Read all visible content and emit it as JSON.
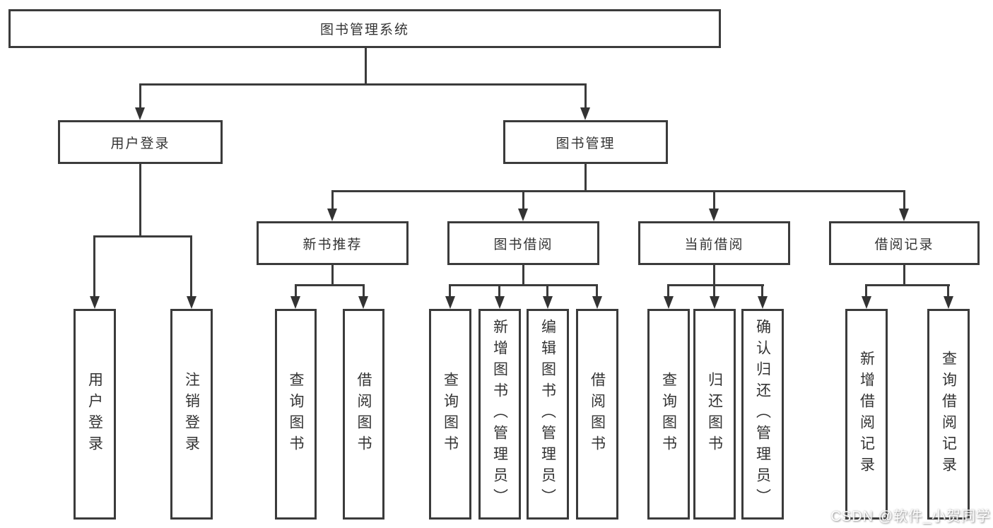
{
  "diagram": {
    "type": "tree",
    "root": {
      "label": "图书管理系统"
    },
    "branches": [
      {
        "label": "用户登录",
        "children": [
          {
            "label": "用户登录"
          },
          {
            "label": "注销登录"
          }
        ]
      },
      {
        "label": "图书管理",
        "children": [
          {
            "label": "新书推荐",
            "children": [
              {
                "label": "查询图书"
              },
              {
                "label": "借阅图书"
              }
            ]
          },
          {
            "label": "图书借阅",
            "children": [
              {
                "label": "查询图书"
              },
              {
                "label": "新增图书（管理员）"
              },
              {
                "label": "编辑图书（管理员）"
              },
              {
                "label": "借阅图书"
              }
            ]
          },
          {
            "label": "当前借阅",
            "children": [
              {
                "label": "查询图书"
              },
              {
                "label": "归还图书"
              },
              {
                "label": "确认归还（管理员）"
              }
            ]
          },
          {
            "label": "借阅记录",
            "children": [
              {
                "label": "新增借阅记录"
              },
              {
                "label": "查询借阅记录"
              }
            ]
          }
        ]
      }
    ]
  },
  "watermark": {
    "text": "CSDN @软件_小贺同学"
  },
  "colors": {
    "line": "#3b3b3b",
    "text": "#333333",
    "background": "#ffffff",
    "watermark": "#ffffff"
  }
}
